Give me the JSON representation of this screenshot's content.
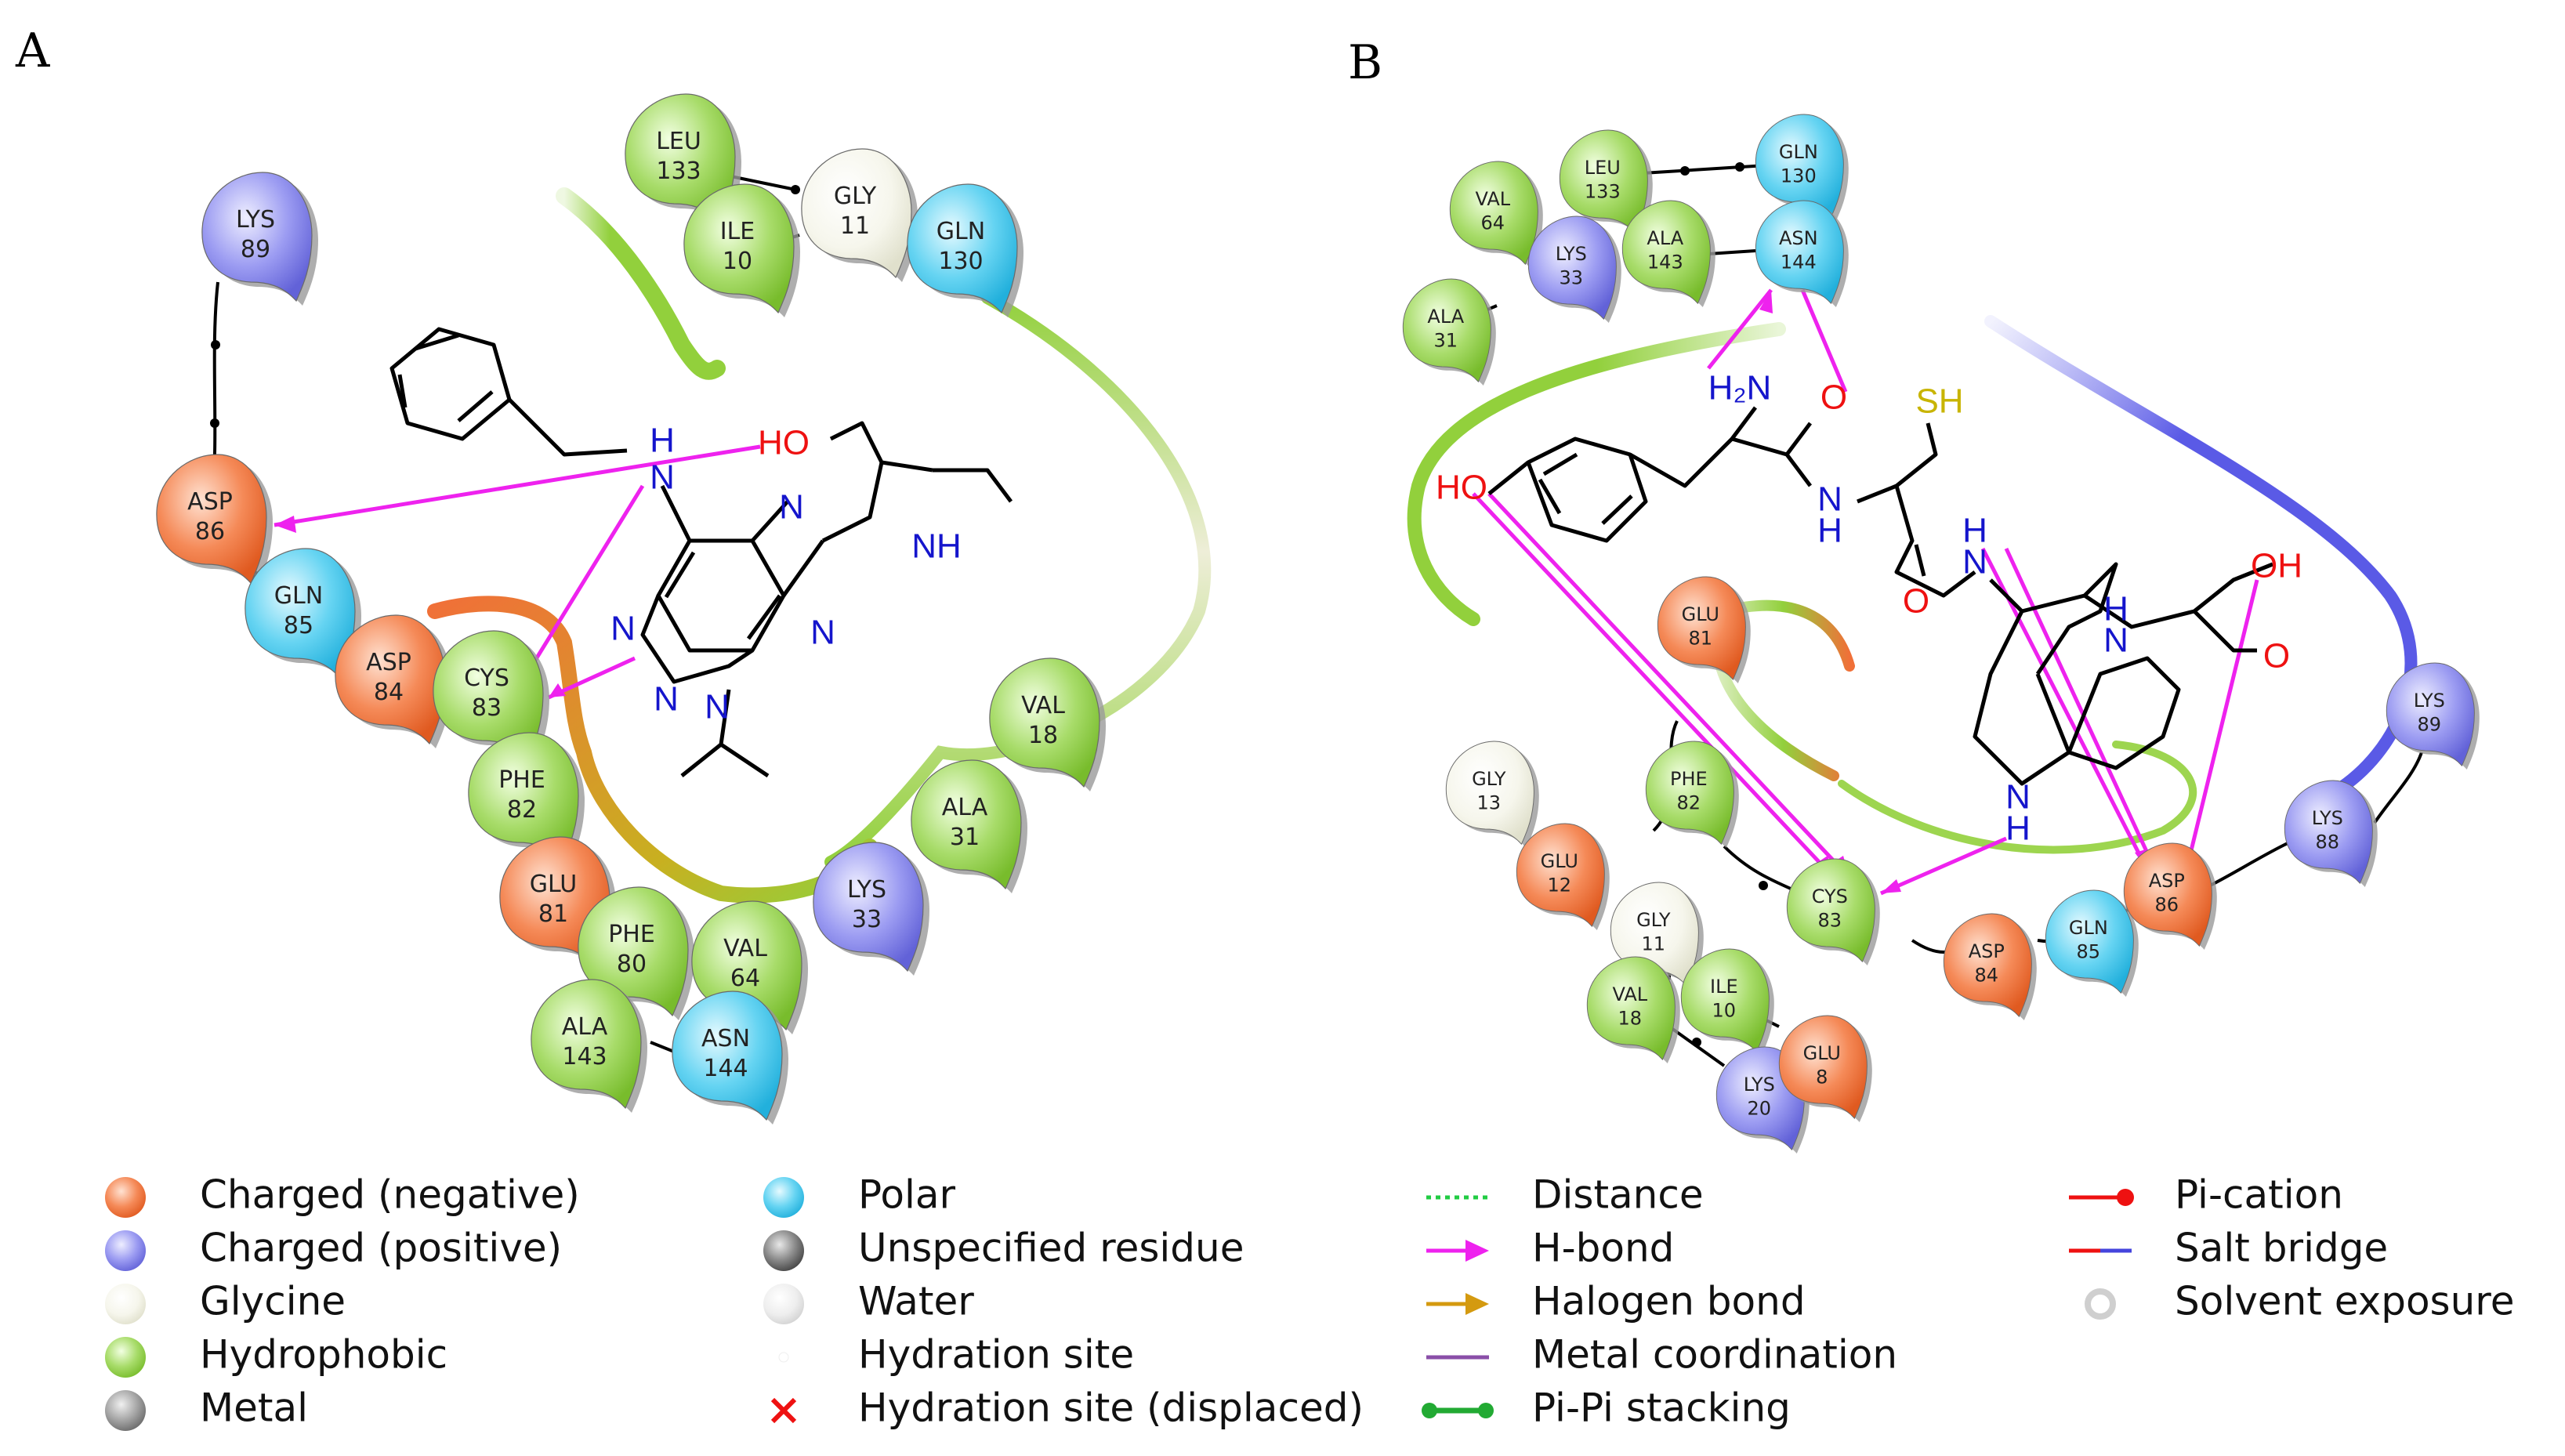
{
  "panels": [
    {
      "label": "A",
      "residues": [
        {
          "name": "LYS",
          "num": "89",
          "type": "positive"
        },
        {
          "name": "LEU",
          "num": "133",
          "type": "hydrophobic"
        },
        {
          "name": "ILE",
          "num": "10",
          "type": "hydrophobic"
        },
        {
          "name": "GLY",
          "num": "11",
          "type": "glycine"
        },
        {
          "name": "GLN",
          "num": "130",
          "type": "polar"
        },
        {
          "name": "ASP",
          "num": "86",
          "type": "negative"
        },
        {
          "name": "GLN",
          "num": "85",
          "type": "polar"
        },
        {
          "name": "ASP",
          "num": "84",
          "type": "negative"
        },
        {
          "name": "CYS",
          "num": "83",
          "type": "hydrophobic"
        },
        {
          "name": "PHE",
          "num": "82",
          "type": "hydrophobic"
        },
        {
          "name": "GLU",
          "num": "81",
          "type": "negative"
        },
        {
          "name": "PHE",
          "num": "80",
          "type": "hydrophobic"
        },
        {
          "name": "VAL",
          "num": "64",
          "type": "hydrophobic"
        },
        {
          "name": "ALA",
          "num": "143",
          "type": "hydrophobic"
        },
        {
          "name": "ASN",
          "num": "144",
          "type": "polar"
        },
        {
          "name": "VAL",
          "num": "18",
          "type": "hydrophobic"
        },
        {
          "name": "ALA",
          "num": "31",
          "type": "hydrophobic"
        },
        {
          "name": "LYS",
          "num": "33",
          "type": "positive"
        }
      ],
      "atoms": [
        "H",
        "N",
        "HO",
        "N",
        "N",
        "NH",
        "N",
        "N",
        "N"
      ]
    },
    {
      "label": "B",
      "residues": [
        {
          "name": "VAL",
          "num": "64",
          "type": "hydrophobic"
        },
        {
          "name": "LEU",
          "num": "133",
          "type": "hydrophobic"
        },
        {
          "name": "GLN",
          "num": "130",
          "type": "polar"
        },
        {
          "name": "ALA",
          "num": "31",
          "type": "hydrophobic"
        },
        {
          "name": "LYS",
          "num": "33",
          "type": "positive"
        },
        {
          "name": "ALA",
          "num": "143",
          "type": "hydrophobic"
        },
        {
          "name": "ASN",
          "num": "144",
          "type": "polar"
        },
        {
          "name": "GLU",
          "num": "81",
          "type": "negative"
        },
        {
          "name": "GLY",
          "num": "13",
          "type": "glycine"
        },
        {
          "name": "PHE",
          "num": "82",
          "type": "hydrophobic"
        },
        {
          "name": "GLU",
          "num": "12",
          "type": "negative"
        },
        {
          "name": "GLY",
          "num": "11",
          "type": "glycine"
        },
        {
          "name": "VAL",
          "num": "18",
          "type": "hydrophobic"
        },
        {
          "name": "ILE",
          "num": "10",
          "type": "hydrophobic"
        },
        {
          "name": "LYS",
          "num": "20",
          "type": "positive"
        },
        {
          "name": "GLU",
          "num": "8",
          "type": "negative"
        },
        {
          "name": "CYS",
          "num": "83",
          "type": "hydrophobic"
        },
        {
          "name": "ASP",
          "num": "84",
          "type": "negative"
        },
        {
          "name": "GLN",
          "num": "85",
          "type": "polar"
        },
        {
          "name": "ASP",
          "num": "86",
          "type": "negative"
        },
        {
          "name": "LYS",
          "num": "88",
          "type": "positive"
        },
        {
          "name": "LYS",
          "num": "89",
          "type": "positive"
        }
      ],
      "atoms": [
        "H₂N",
        "O",
        "SH",
        "HO",
        "N",
        "H",
        "H",
        "N",
        "O",
        "OH",
        "H",
        "N",
        "O",
        "N",
        "H"
      ]
    }
  ],
  "colors": {
    "negative": "#f07038",
    "positive": "#8c8cf0",
    "glycine": "#f2f2e6",
    "hydrophobic": "#92d03c",
    "polar": "#44c8ec",
    "metal": "#8e8e8e",
    "unspecified": "#7a7a7a",
    "water": "#e4e4e4",
    "hbond": "#ee22ee",
    "nitrogen": "#1515cc",
    "oxygen": "#ee1111",
    "sulfur": "#c8b400"
  },
  "legend": [
    {
      "id": "charged-negative",
      "label": "Charged (negative)"
    },
    {
      "id": "charged-positive",
      "label": "Charged (positive)"
    },
    {
      "id": "glycine",
      "label": "Glycine"
    },
    {
      "id": "hydrophobic",
      "label": "Hydrophobic"
    },
    {
      "id": "metal",
      "label": "Metal"
    },
    {
      "id": "polar",
      "label": "Polar"
    },
    {
      "id": "unspecified-residue",
      "label": "Unspecified residue"
    },
    {
      "id": "water",
      "label": "Water"
    },
    {
      "id": "hydration-site",
      "label": "Hydration site"
    },
    {
      "id": "hydration-site-displaced",
      "label": "Hydration site (displaced)"
    },
    {
      "id": "distance",
      "label": "Distance"
    },
    {
      "id": "h-bond",
      "label": "H-bond"
    },
    {
      "id": "halogen-bond",
      "label": "Halogen bond"
    },
    {
      "id": "metal-coordination",
      "label": "Metal coordination"
    },
    {
      "id": "pi-pi-stacking",
      "label": "Pi-Pi stacking"
    },
    {
      "id": "pi-cation",
      "label": "Pi-cation"
    },
    {
      "id": "salt-bridge",
      "label": "Salt bridge"
    },
    {
      "id": "solvent-exposure",
      "label": "Solvent exposure"
    }
  ]
}
